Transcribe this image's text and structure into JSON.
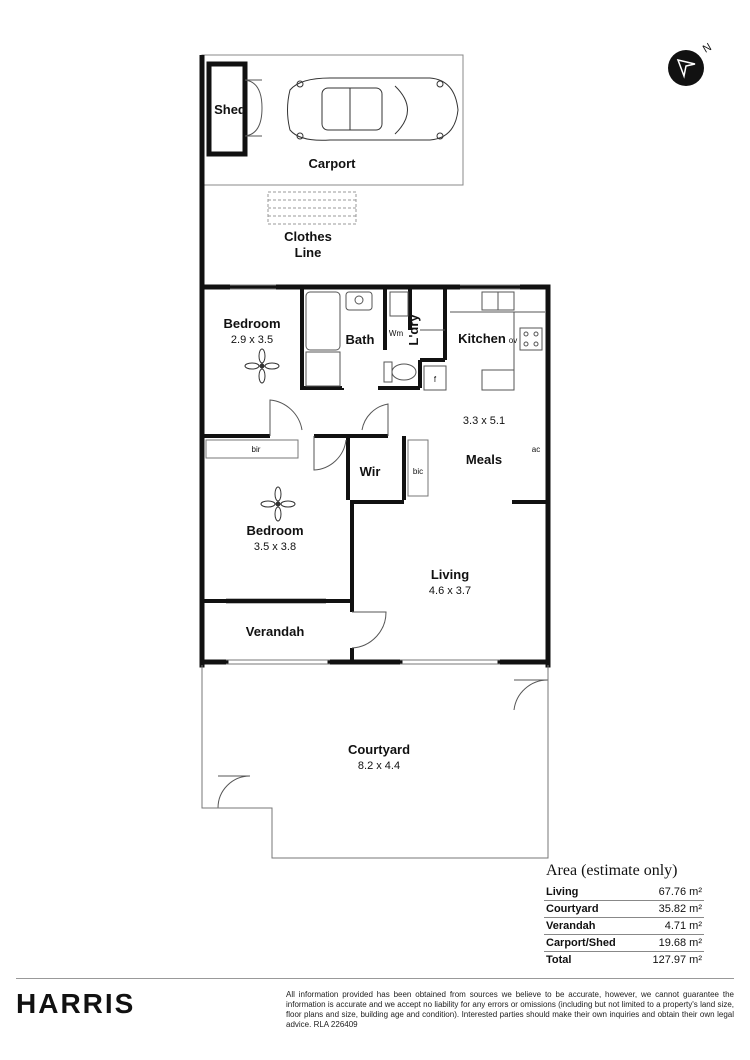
{
  "rooms": {
    "carport": {
      "name": "Carport"
    },
    "shed": {
      "name": "Shed"
    },
    "clothes_line": {
      "line1": "Clothes",
      "line2": "Line"
    },
    "bedroom1": {
      "name": "Bedroom",
      "dims": "2.9 x 3.5"
    },
    "bath": {
      "name": "Bath"
    },
    "wm": {
      "name": "Wm"
    },
    "laundry": {
      "name": "L'dry"
    },
    "kitchen": {
      "name": "Kitchen"
    },
    "ov": {
      "name": "ov"
    },
    "fridge": {
      "name": "f"
    },
    "meals": {
      "name": "Meals",
      "dims": "3.3 x 5.1"
    },
    "ac": {
      "name": "ac"
    },
    "bir": {
      "name": "bir"
    },
    "wir": {
      "name": "Wir"
    },
    "bic": {
      "name": "bic"
    },
    "bedroom2": {
      "name": "Bedroom",
      "dims": "3.5 x 3.8"
    },
    "living": {
      "name": "Living",
      "dims": "4.6 x 3.7"
    },
    "verandah": {
      "name": "Verandah"
    },
    "courtyard": {
      "name": "Courtyard",
      "dims": "8.2 x 4.4"
    }
  },
  "compass": {
    "north_label": "N",
    "icon": "compass-arrow-icon"
  },
  "area": {
    "title": "Area (estimate only)",
    "rows": [
      {
        "name": "Living",
        "value": "67.76 m²"
      },
      {
        "name": "Courtyard",
        "value": "35.82 m²"
      },
      {
        "name": "Verandah",
        "value": "4.71 m²"
      },
      {
        "name": "Carport/Shed",
        "value": "19.68 m²"
      },
      {
        "name": "Total",
        "value": "127.97 m²"
      }
    ]
  },
  "footer": {
    "brand": "HARRIS",
    "disclaimer": "All information provided has been obtained from sources we believe to be accurate, however, we cannot guarantee the information is accurate and we accept no liability for any errors or omissions (including but not limited to a property's land size, floor plans and size, building age and condition). Interested parties should make their own inquiries and obtain their own legal advice. RLA 226409"
  }
}
